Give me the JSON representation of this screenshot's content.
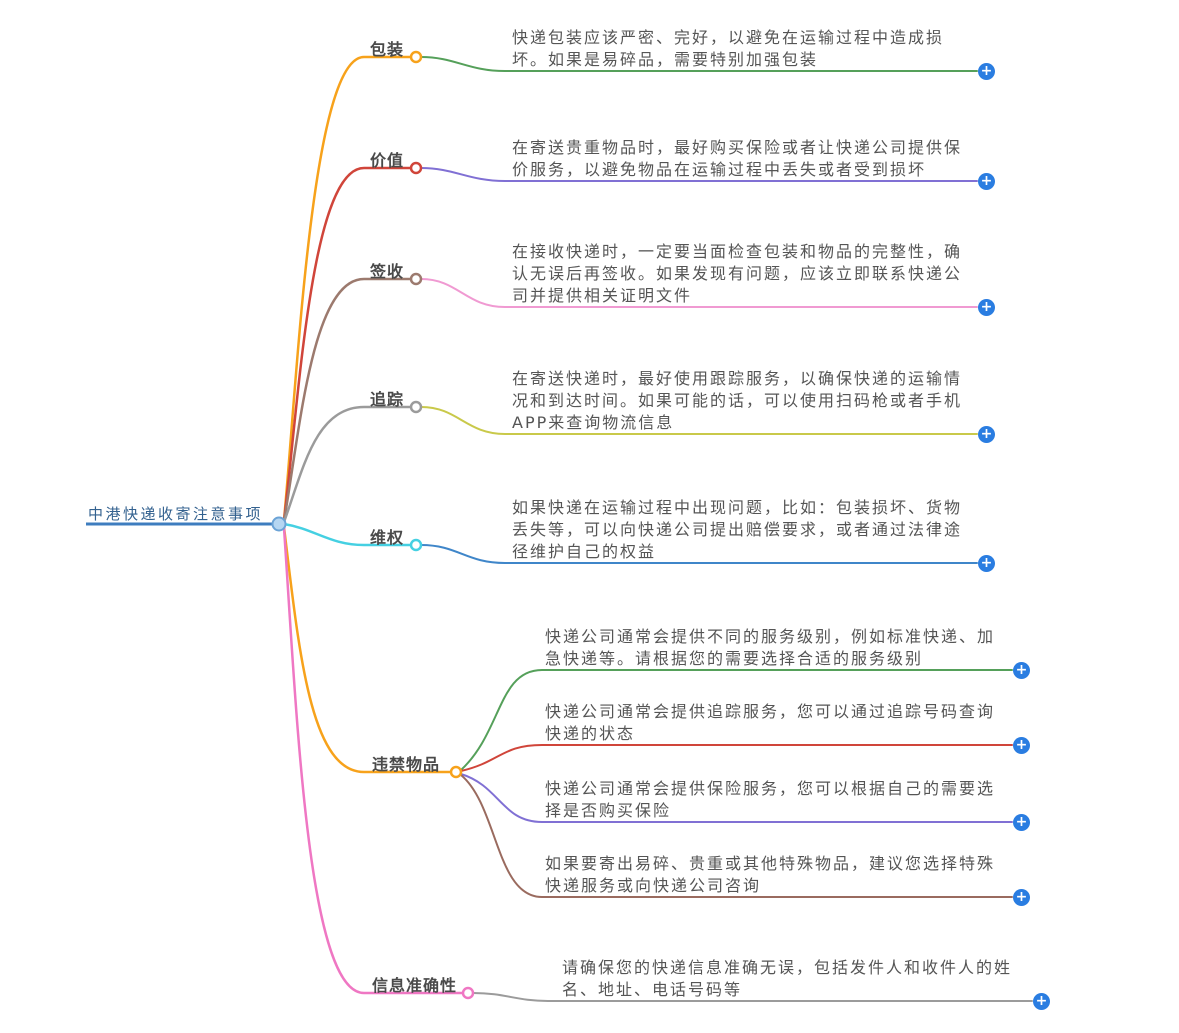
{
  "root": {
    "label": "中港快递收寄注意事项"
  },
  "branches": [
    {
      "id": "packaging",
      "label": "包装",
      "note": "快递包装应该严密、完好，以避免在运输过程中造成损坏。如果是易碎品，需要特别加强包装"
    },
    {
      "id": "value",
      "label": "价值",
      "note": "在寄送贵重物品时，最好购买保险或者让快递公司提供保价服务，以避免物品在运输过程中丢失或者受到损坏"
    },
    {
      "id": "signoff",
      "label": "签收",
      "note": "在接收快递时，一定要当面检查包装和物品的完整性，确认无误后再签收。如果发现有问题，应该立即联系快递公司并提供相关证明文件"
    },
    {
      "id": "tracking",
      "label": "追踪",
      "note": "在寄送快递时，最好使用跟踪服务，以确保快递的运输情况和到达时间。如果可能的话，可以使用扫码枪或者手机APP来查询物流信息"
    },
    {
      "id": "rights",
      "label": "维权",
      "note": "如果快递在运输过程中出现问题，比如：包装损坏、货物丢失等，可以向快递公司提出赔偿要求，或者通过法律途径维护自己的权益"
    },
    {
      "id": "prohibited",
      "label": "违禁物品",
      "children": [
        "快递公司通常会提供不同的服务级别，例如标准快递、加急快递等。请根据您的需要选择合适的服务级别",
        "快递公司通常会提供追踪服务，您可以通过追踪号码查询快递的状态",
        "快递公司通常会提供保险服务，您可以根据自己的需要选择是否购买保险",
        "如果要寄出易碎、贵重或其他特殊物品，建议您选择特殊快递服务或向快递公司咨询"
      ]
    },
    {
      "id": "accuracy",
      "label": "信息准确性",
      "note": "请确保您的快递信息准确无误，包括发件人和收件人的姓名、地址、电话号码等"
    }
  ],
  "plus_button": {
    "glyph": "+"
  },
  "colors": {
    "orange": "#f7a21b",
    "red": "#d0453a",
    "mauve": "#9c7a6e",
    "gray": "#9b9b9b",
    "cyan": "#45d0e2",
    "pink": "#ef77c3",
    "green": "#55a05a",
    "violet": "#8070d4",
    "rose": "#f09ad2",
    "olive": "#c9c94a",
    "blue": "#3f86c9",
    "brown": "#9a6b5f",
    "plus_blue": "#2a7de1",
    "root_text": "#33618f",
    "root_line": "#3e7dbf",
    "root_node_fill": "#b5d6f2",
    "root_node_stroke": "#6ba3d6",
    "node_fill": "#ffffff",
    "label_text": "#4a4a4a",
    "note_text": "#555555"
  }
}
